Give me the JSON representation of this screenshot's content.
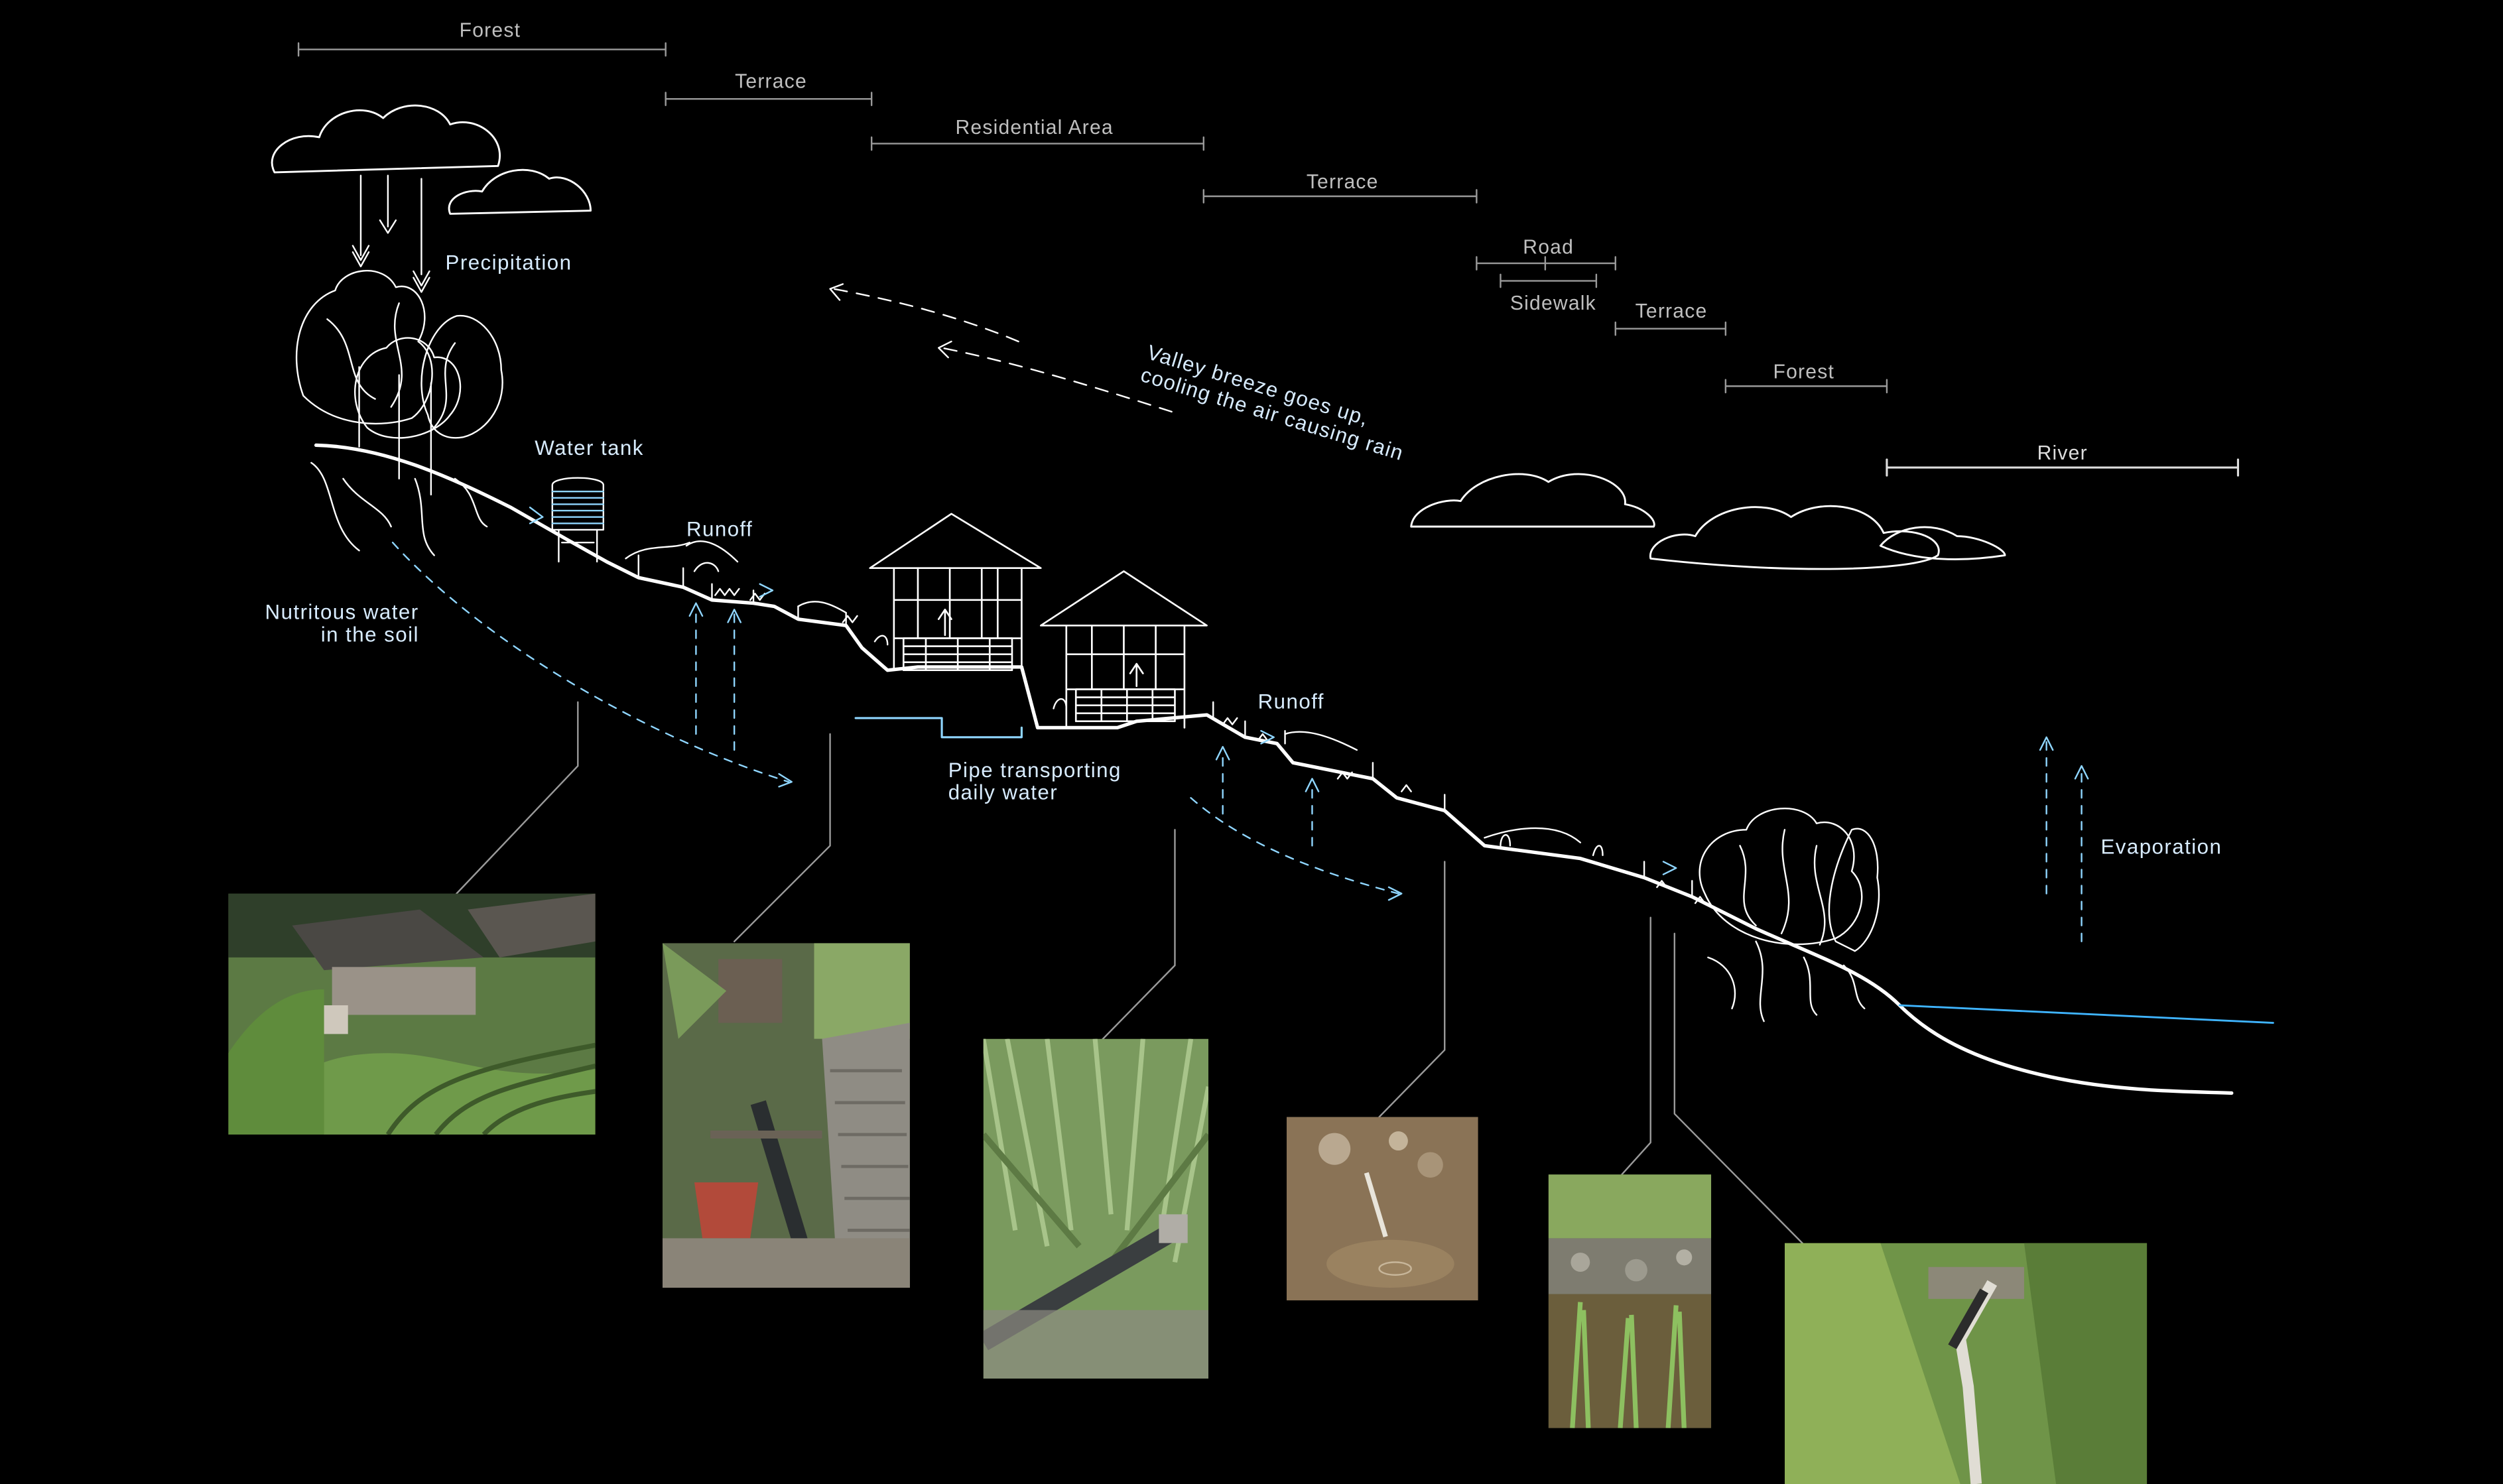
{
  "zones": {
    "forest_top": "Forest",
    "terrace_1": "Terrace",
    "residential": "Residential Area",
    "terrace_2": "Terrace",
    "road": "Road",
    "sidewalk": "Sidewalk",
    "terrace_3": "Terrace",
    "forest_bottom": "Forest",
    "river": "River"
  },
  "annotations": {
    "precipitation": "Precipitation",
    "water_tank": "Water tank",
    "runoff_1": "Runoff",
    "runoff_2": "Runoff",
    "nutritious_1": "Nutritous water",
    "nutritious_2": "in the soil",
    "breeze_1": "Valley breeze goes up,",
    "breeze_2": "cooling the air causing rain",
    "pipe_1": "Pipe transporting",
    "pipe_2": "daily water",
    "evaporation": "Evaporation"
  },
  "colors": {
    "background": "#000000",
    "sketch": "#ffffff",
    "water": "#8fd6ff",
    "zone_label": "#bfbfbf",
    "annotation": "#d8ecff",
    "river": "#3fb4ff"
  },
  "photos": [
    {
      "subject": "village-terrace-houses"
    },
    {
      "subject": "pipe-by-stone-stairs"
    },
    {
      "subject": "pipe-through-grass"
    },
    {
      "subject": "water-outlet-in-soil"
    },
    {
      "subject": "rice-paddy-terrace"
    },
    {
      "subject": "terrace-drainage-channel"
    }
  ]
}
